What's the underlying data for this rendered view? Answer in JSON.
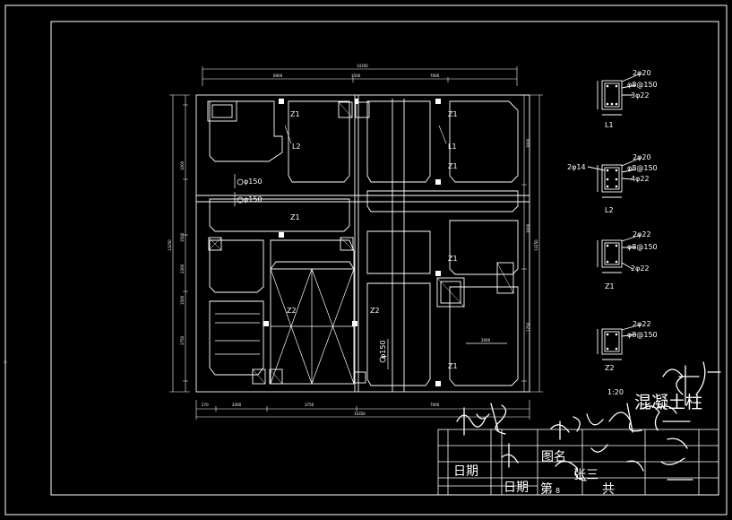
{
  "plan": {
    "top_total": "14350",
    "top_segments": [
      "6900",
      "3500",
      "7000"
    ],
    "bottom_total": "14350",
    "bottom_segments": [
      "270",
      "2400",
      "3750",
      "7000"
    ],
    "left_total": "13250",
    "left_segments": [
      "1000",
      "1500",
      "2300",
      "1500",
      "3750"
    ],
    "right_total": "13250",
    "right_segments": [
      "3000",
      "3000",
      "1750"
    ],
    "inner_dim": "2000",
    "columns": {
      "z1_a": "Z1",
      "z1_b": "Z1",
      "z1_c": "Z1",
      "z1_d": "Z1",
      "z1_e": "Z1",
      "z1_f": "Z1",
      "z2_a": "Z2",
      "z2_b": "Z2"
    },
    "beams": {
      "l2": "L2",
      "l1": "L1"
    },
    "rebar_notes": {
      "a": "φ150",
      "b": "φ150",
      "c": "φ150"
    }
  },
  "sections": {
    "l1": {
      "top": "2φ20",
      "stirrup": "φ8@150",
      "bottom": "3φ22",
      "label": "L1"
    },
    "l2": {
      "top": "2φ20",
      "side": "2φ14",
      "stirrup": "φ8@150",
      "bottom": "4φ22",
      "label": "L2"
    },
    "z1": {
      "top": "2φ22",
      "stirrup": "φ8@150",
      "bottom": "2φ22",
      "label": "Z1"
    },
    "z2": {
      "top": "2φ22",
      "stirrup": "φ8@150",
      "label": "Z2"
    }
  },
  "handwriting": {
    "scale": "1:20",
    "signature_text": "混凝土柱",
    "drafter": "张三"
  },
  "title_block": {
    "drawing_name_label": "图名",
    "sheet_label": "第",
    "sheet_num": "8",
    "total_label": "共",
    "date_label_1": "日期",
    "date_label_2": "日期"
  },
  "colors": {
    "lines": "#ffffff",
    "background": "#000000"
  }
}
